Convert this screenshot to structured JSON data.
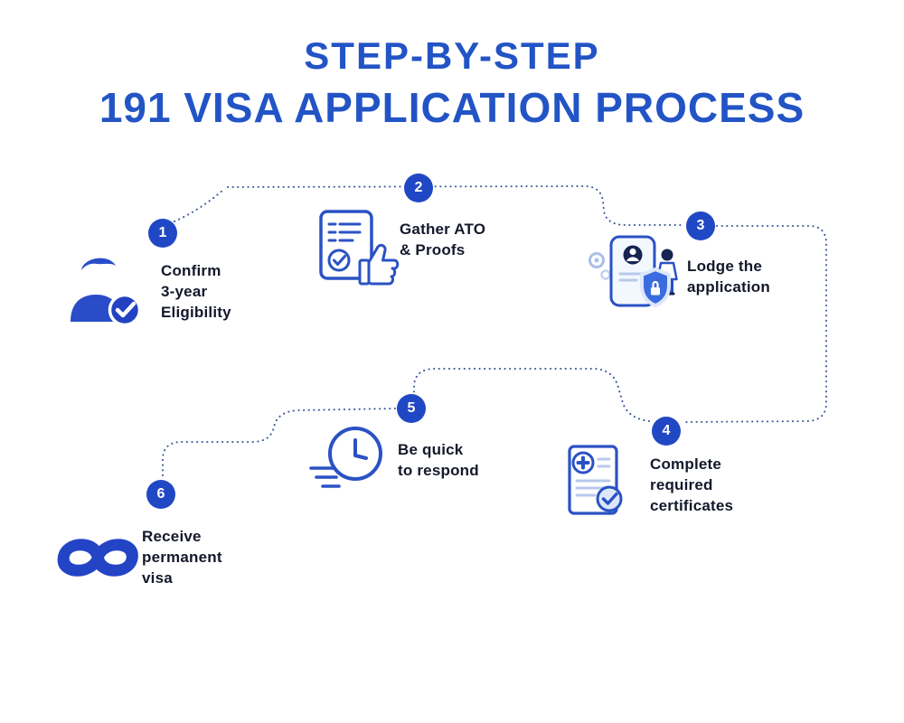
{
  "title": {
    "line1": "STEP-BY-STEP",
    "line2": "191 VISA APPLICATION PROCESS"
  },
  "steps": [
    {
      "number": "1",
      "label": "Confirm\n3-year\nEligibility",
      "icon": "person-check-icon"
    },
    {
      "number": "2",
      "label": "Gather ATO\n& Proofs",
      "icon": "document-thumbs-up-icon"
    },
    {
      "number": "3",
      "label": "Lodge the\napplication",
      "icon": "phone-shield-icon"
    },
    {
      "number": "4",
      "label": "Complete\nrequired\ncertificates",
      "icon": "medical-certificate-icon"
    },
    {
      "number": "5",
      "label": "Be quick\nto respond",
      "icon": "clock-icon"
    },
    {
      "number": "6",
      "label": "Receive\npermanent\nvisa",
      "icon": "infinity-icon"
    }
  ],
  "colors": {
    "title_blue": "#2254c5",
    "badge_blue": "#2148c4",
    "icon_blue": "#2a52c4",
    "text_dark": "#14182b",
    "dotted_line": "#3a5a96",
    "shield_fill": "#3a6ce0",
    "light_blue": "#b9c9ec"
  }
}
